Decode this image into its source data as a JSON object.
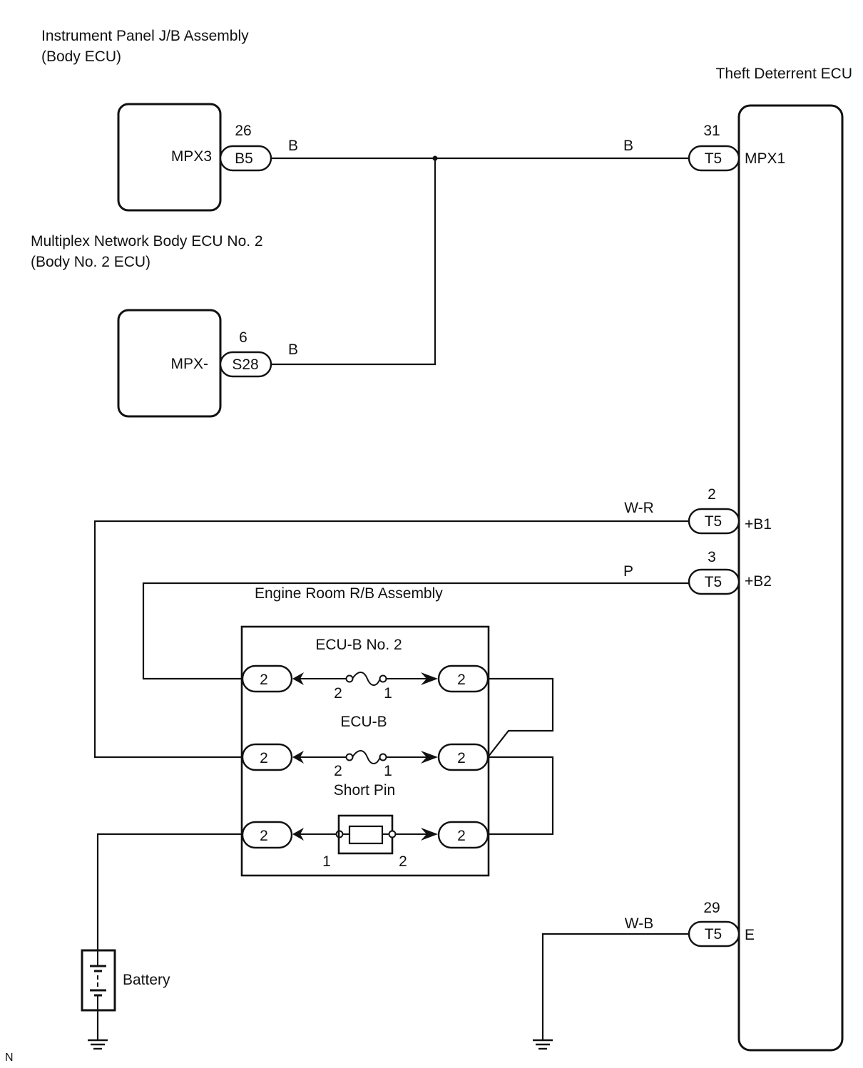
{
  "components": {
    "body_ecu": {
      "line1": "Instrument Panel J/B Assembly",
      "line2": "(Body ECU)",
      "terminal_name": "MPX3"
    },
    "body_no2_ecu": {
      "line1": "Multiplex Network Body ECU No. 2",
      "line2": "(Body No. 2 ECU)",
      "terminal_name": "MPX-"
    },
    "theft_ecu": {
      "title": "Theft Deterrent ECU",
      "terminals": [
        "MPX1",
        "+B1",
        "+B2",
        "E"
      ]
    },
    "engine_rb": {
      "title": "Engine Room R/B Assembly"
    },
    "battery": {
      "label": "Battery"
    }
  },
  "connectors": {
    "b5": {
      "pin": "26",
      "code": "B5"
    },
    "s28": {
      "pin": "6",
      "code": "S28"
    },
    "t5_mpx1": {
      "pin": "31",
      "code": "T5"
    },
    "t5_b1": {
      "pin": "2",
      "code": "T5"
    },
    "t5_b2": {
      "pin": "3",
      "code": "T5"
    },
    "t5_e": {
      "pin": "29",
      "code": "T5"
    }
  },
  "wires": {
    "mpx_left": "B",
    "mpx_right": "B",
    "mpx_lower": "B",
    "b1": "W-R",
    "b2": "P",
    "ground": "W-B"
  },
  "fuses": [
    {
      "name": "ECU-B No. 2",
      "pin_left": "2",
      "pin_right": "1",
      "conn_left": "2",
      "conn_right": "2"
    },
    {
      "name": "ECU-B",
      "pin_left": "2",
      "pin_right": "1",
      "conn_left": "2",
      "conn_right": "2"
    },
    {
      "name": "Short Pin",
      "pin_left": "1",
      "pin_right": "2",
      "conn_left": "2",
      "conn_right": "2"
    }
  ],
  "corner_mark": "N"
}
